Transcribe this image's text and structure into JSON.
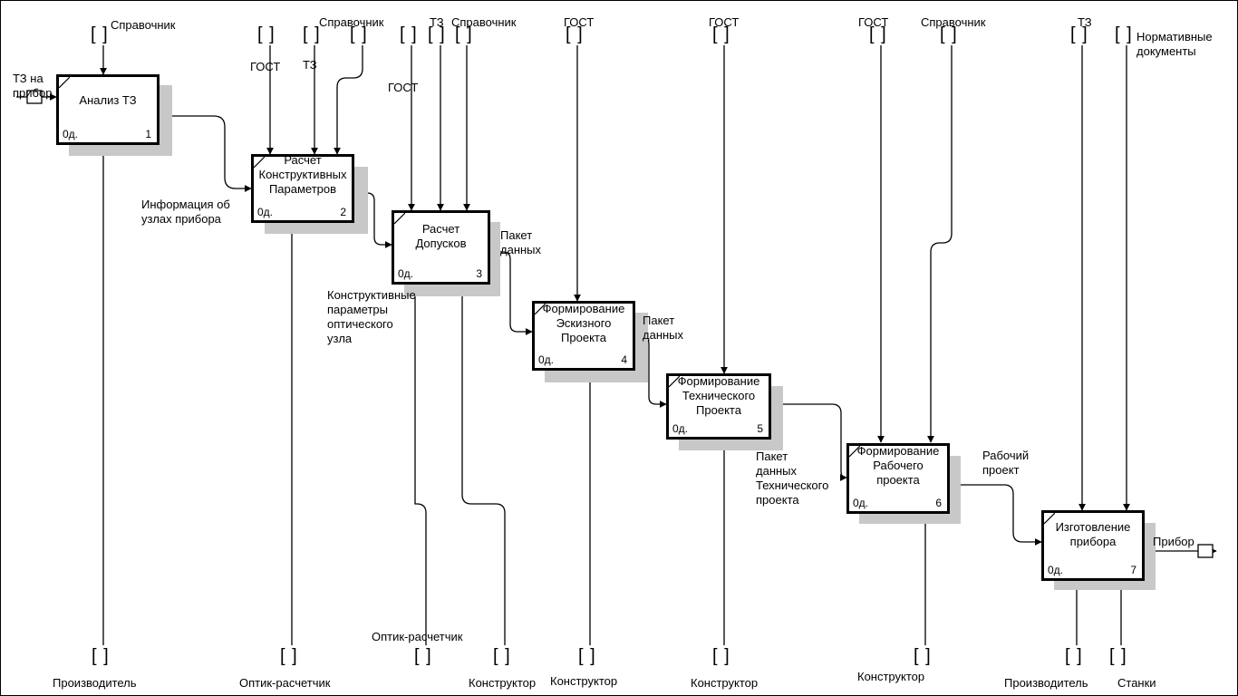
{
  "boxes": [
    {
      "title": "Анализ ТЗ",
      "cost": "0д.",
      "num": "1"
    },
    {
      "title": "Расчет\nКонструктивных\nПараметров",
      "cost": "0д.",
      "num": "2"
    },
    {
      "title": "Расчет\nДопусков",
      "cost": "0д.",
      "num": "3"
    },
    {
      "title": "Формирование\nЭскизного\nПроекта",
      "cost": "0д.",
      "num": "4"
    },
    {
      "title": "Формирование\nТехнического\nПроекта",
      "cost": "0д.",
      "num": "5"
    },
    {
      "title": "Формирование\nРабочего\nпроекта",
      "cost": "0д.",
      "num": "6"
    },
    {
      "title": "Изготовление\nприбора",
      "cost": "0д.",
      "num": "7"
    }
  ],
  "labels": {
    "ref1": "Справочник",
    "gost2": "ГОСТ",
    "tz2": "ТЗ",
    "ref2": "Справочник",
    "gost3": "ГОСТ",
    "tz3": "ТЗ",
    "ref3": "Справочник",
    "gost4": "ГОСТ",
    "gost5": "ГОСТ",
    "gost6": "ГОСТ",
    "ref6": "Справочник",
    "tz7": "ТЗ",
    "norm7": "Нормативные\nдокументы",
    "tz_input": "ТЗ на\nприбор",
    "info_nodes": "Информация об\nузлах прибора",
    "design_params": "Конструктивные\nпараметры\nоптического\nузла",
    "packet1": "Пакет\nданных",
    "packet2": "Пакет\nданных",
    "packet_tech": "Пакет\nданных\nТехнического\nпроекта",
    "work_project": "Рабочий\nпроект",
    "device_out": "Прибор",
    "m_producer1": "Производитель",
    "m_optic2": "Оптик-расчетчик",
    "m_optic3": "Оптик-расчетчик",
    "m_constructor3": "Конструктор",
    "m_constructor4": "Конструктор",
    "m_constructor5": "Конструктор",
    "m_constructor6": "Конструктор",
    "m_producer7": "Производитель",
    "m_machines7": "Станки"
  },
  "tunnel_glyph": "[ ]"
}
